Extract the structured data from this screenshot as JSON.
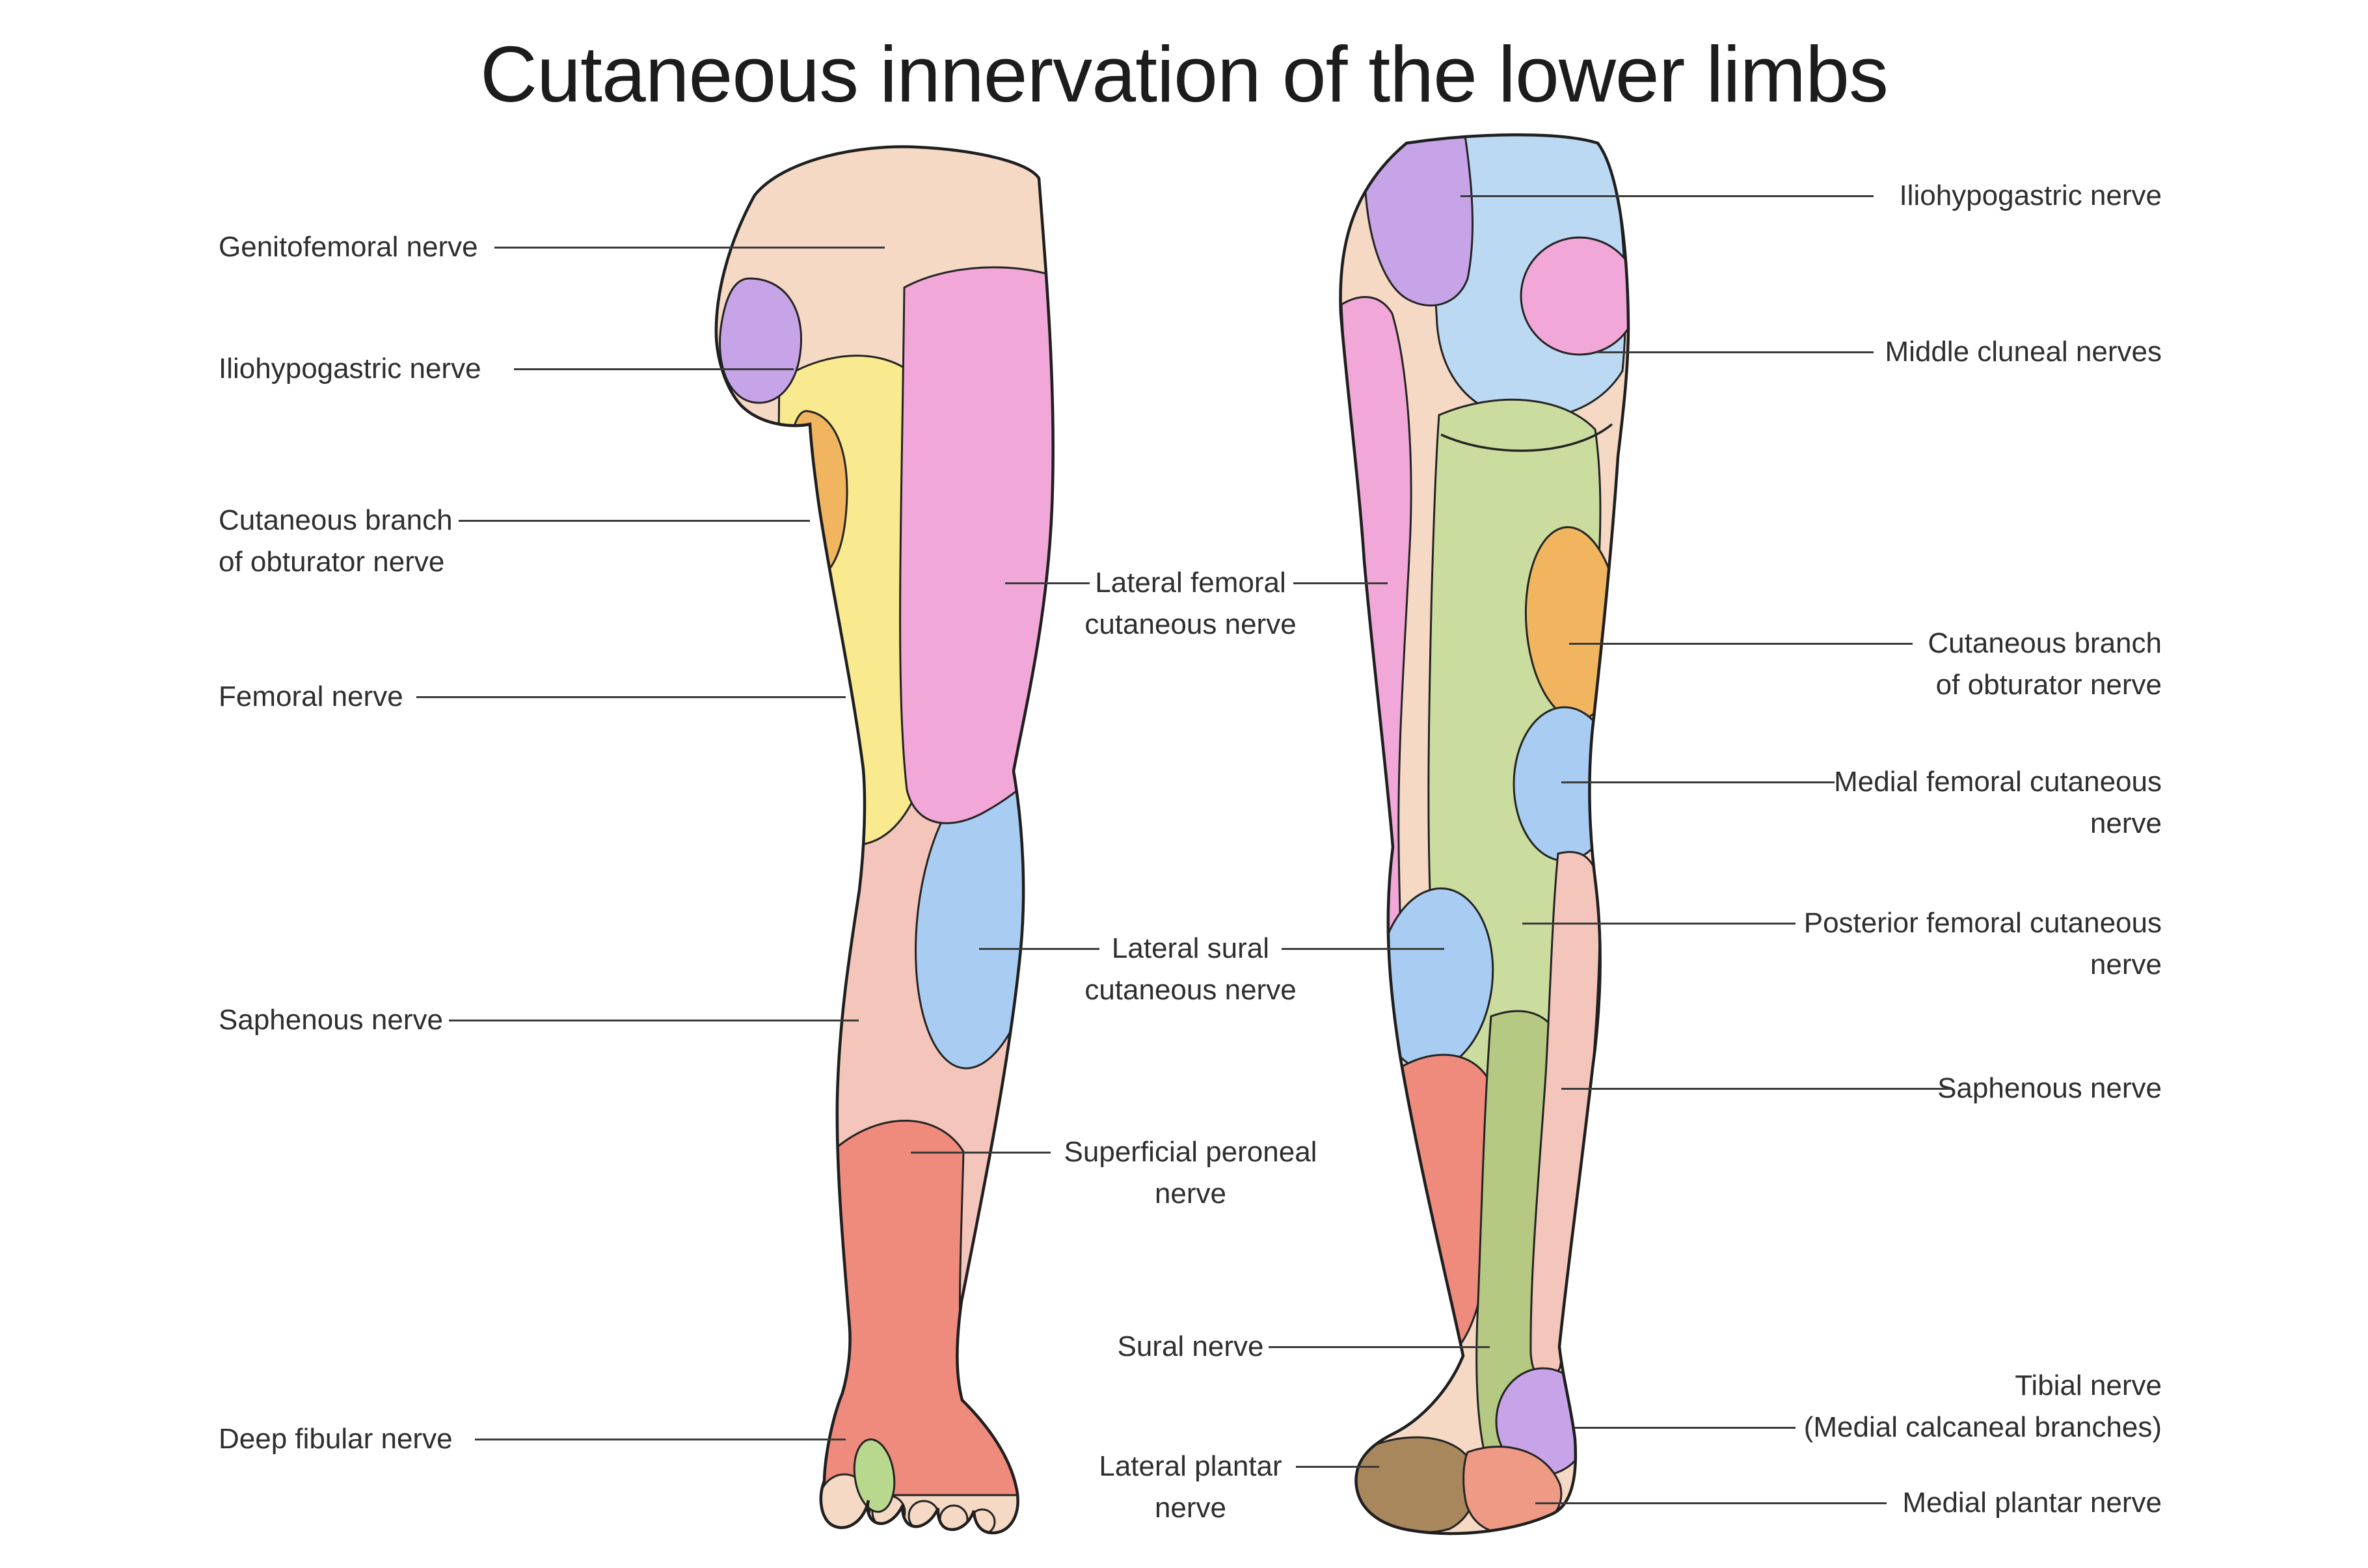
{
  "title": "Cutaneous innervation of the lower limbs",
  "colors": {
    "skin": "#f5d9c4",
    "pink": "#f1a7d8",
    "purple": "#c7a4e8",
    "orange": "#f0b55e",
    "yellow": "#f9e98f",
    "salmon": "#f4c5ba",
    "blue": "#a9cdf2",
    "blue_light": "#bcd9f3",
    "red": "#ef8b7d",
    "green": "#cadd9e",
    "olive": "#b5c982",
    "green_toe": "#b8d88e",
    "brown": "#a8875d",
    "plantar": "#ee9a85"
  },
  "left_labels": [
    {
      "id": "genitofemoral",
      "lines": [
        "Genitofemoral nerve"
      ]
    },
    {
      "id": "iliohypogastric-front",
      "lines": [
        "Iliohypogastric nerve"
      ]
    },
    {
      "id": "obturator-front",
      "lines": [
        "Cutaneous branch",
        "of obturator nerve"
      ]
    },
    {
      "id": "femoral",
      "lines": [
        "Femoral nerve"
      ]
    },
    {
      "id": "saphenous-front",
      "lines": [
        "Saphenous nerve"
      ]
    },
    {
      "id": "deep-fibular",
      "lines": [
        "Deep fibular nerve"
      ]
    }
  ],
  "middle_labels": [
    {
      "id": "lateral-femoral-cutaneous",
      "lines": [
        "Lateral femoral",
        "cutaneous nerve"
      ]
    },
    {
      "id": "lateral-sural-cutaneous",
      "lines": [
        "Lateral sural",
        "cutaneous nerve"
      ]
    },
    {
      "id": "superficial-peroneal",
      "lines": [
        "Superficial peroneal",
        "nerve"
      ]
    },
    {
      "id": "sural",
      "lines": [
        "Sural nerve"
      ]
    },
    {
      "id": "lateral-plantar",
      "lines": [
        "Lateral plantar",
        "nerve"
      ]
    }
  ],
  "right_labels": [
    {
      "id": "iliohypogastric-back",
      "lines": [
        "Iliohypogastric nerve"
      ]
    },
    {
      "id": "middle-cluneal",
      "lines": [
        "Middle cluneal nerves"
      ]
    },
    {
      "id": "obturator-back",
      "lines": [
        "Cutaneous branch",
        "of obturator nerve"
      ]
    },
    {
      "id": "medial-femoral-cutaneous",
      "lines": [
        "Medial femoral cutaneous",
        "nerve"
      ]
    },
    {
      "id": "posterior-femoral-cutaneous",
      "lines": [
        "Posterior femoral cutaneous",
        "nerve"
      ]
    },
    {
      "id": "saphenous-back",
      "lines": [
        "Saphenous nerve"
      ]
    },
    {
      "id": "tibial",
      "lines": [
        "Tibial nerve",
        "(Medial calcaneal branches)"
      ]
    },
    {
      "id": "medial-plantar",
      "lines": [
        "Medial plantar nerve"
      ]
    }
  ]
}
